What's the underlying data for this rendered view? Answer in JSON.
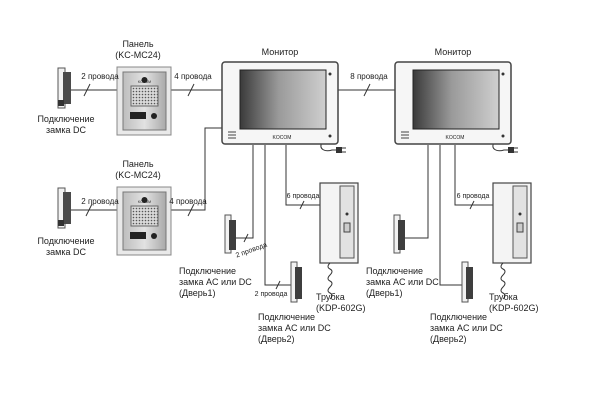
{
  "monitor_1": {
    "label": "Монитор",
    "brand": "KOCOM"
  },
  "monitor_2": {
    "label": "Монитор",
    "brand": "KOCOM"
  },
  "panel_1": {
    "label_line1": "Панель",
    "label_line2": "(KC-MC24)",
    "brand": "KOCOM",
    "call_label": "CALL"
  },
  "panel_2": {
    "label_line1": "Панель",
    "label_line2": "(KC-MC24)",
    "brand": "KOCOM",
    "call_label": "CALL"
  },
  "lock_top": {
    "label_line1": "Подключение",
    "label_line2": "замка DC"
  },
  "lock_bottom": {
    "label_line1": "Подключение",
    "label_line2": "замка DC"
  },
  "wires": {
    "lock_panel_top": "2 провода",
    "lock_panel_bottom": "2 провода",
    "panel_monitor_top": "4 провода",
    "panel_monitor_bottom": "4 провода",
    "monitor_monitor": "8 провода",
    "m1_door1": "2 провода",
    "m1_door2": "2 провода",
    "m1_handset": "6 провода",
    "m2_handset": "6 провода"
  },
  "m1_door1": {
    "line1": "Подключение",
    "line2": "замка AC или DC",
    "line3": "(Дверь1)"
  },
  "m1_door2": {
    "line1": "Подключение",
    "line2": "замка AC или DC",
    "line3": "(Дверь2)"
  },
  "m2_door1": {
    "line1": "Подключение",
    "line2": "замка AC или DC",
    "line3": "(Дверь1)"
  },
  "m2_door2": {
    "line1": "Подключение",
    "line2": "замка AC или DC",
    "line3": "(Дверь2)"
  },
  "handset_1": {
    "line1": "Трубка",
    "line2": "(KDP-602G)"
  },
  "handset_2": {
    "line1": "Трубка",
    "line2": "(KDP-602G)"
  }
}
